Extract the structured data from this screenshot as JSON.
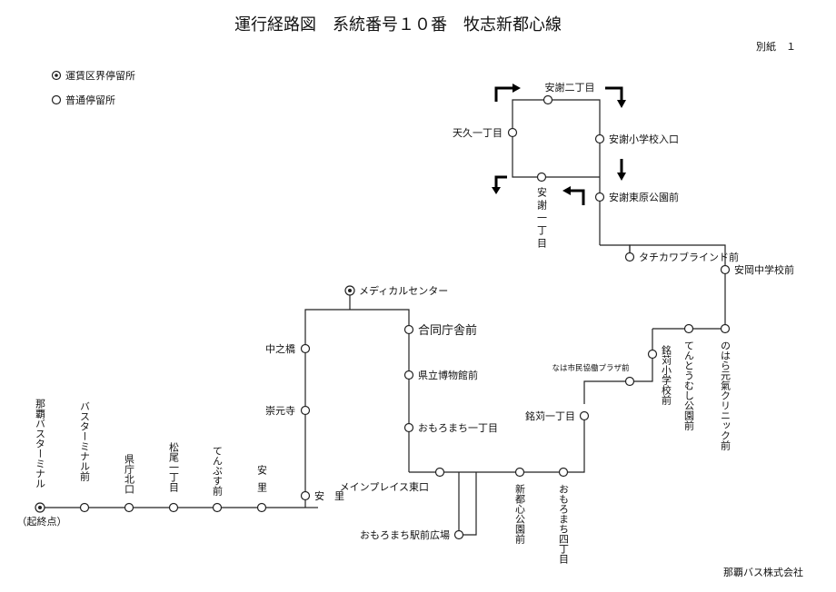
{
  "title": "運行経路図　系統番号１０番　牧志新都心線",
  "sheet_label": "別紙　１",
  "company": "那覇バス株式会社",
  "legend": {
    "fare_boundary": "運賃区界停留所",
    "normal": "普通停留所"
  },
  "origin_note": "（起終点）",
  "stops": {
    "naha_bt": "那覇バスターミナル",
    "bt_mae": "バスターミナル前",
    "kencho": "県庁北口",
    "matsuo": "松尾一丁目",
    "tenbusu": "てんぶす前",
    "asato1": "安里",
    "asato2": "安　里",
    "sogenji": "崇元寺",
    "nakanohashi": "中之橋",
    "medical": "メディカルセンター",
    "godo": "合同庁舎前",
    "hakubutsukan": "県立博物館前",
    "omoromachi1": "おもろまち一丁目",
    "mainplace": "メインプレイス東口",
    "ekimae": "おもろまち駅前広場",
    "shintoshin": "新都心公園前",
    "omoromachi4": "おもろまち四丁目",
    "meikari1": "銘苅一丁目",
    "naha_plaza": "なは市民協働プラザ前",
    "meikari_es": "銘苅小学校前",
    "tentoumushi": "てんとうむし公園前",
    "nohara": "のはら元氣クリニック前",
    "aoka_jhs": "安岡中学校前",
    "tachikawa": "タチカワブラインド前",
    "higashibaru": "安謝東原公園前",
    "aja_es": "安謝小学校入口",
    "aja2": "安謝二丁目",
    "tenku1": "天久一丁目",
    "aja1": "安謝一丁目"
  }
}
